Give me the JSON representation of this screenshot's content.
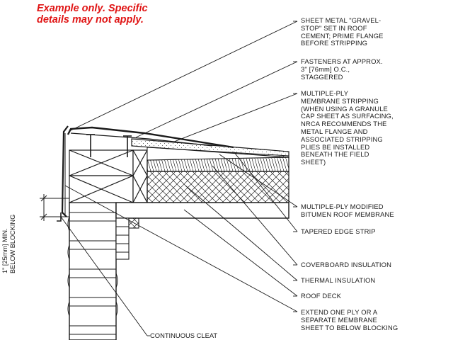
{
  "disclaimer": {
    "line1": "Example only. Specific",
    "line2": "details may not apply.",
    "color": "#e01414"
  },
  "callouts": {
    "gravel_stop": [
      "SHEET METAL \"GRAVEL-",
      "STOP\" SET IN ROOF",
      "CEMENT; PRIME FLANGE",
      "BEFORE STRIPPING"
    ],
    "fasteners": [
      "FASTENERS AT APPROX.",
      "3\" [76mm] O.C.,",
      "STAGGERED"
    ],
    "stripping": [
      "MULTIPLE-PLY",
      "MEMBRANE STRIPPING",
      "(WHEN USING A GRANULE",
      "CAP SHEET AS SURFACING,",
      "NRCA RECOMMENDS THE",
      "METAL FLANGE AND",
      "ASSOCIATED STRIPPING",
      "PLIES BE INSTALLED",
      "BENEATH THE FIELD",
      "SHEET)"
    ],
    "membrane": [
      "MULTIPLE-PLY MODIFIED",
      "BITUMEN ROOF MEMBRANE"
    ],
    "tapered_edge": [
      "TAPERED EDGE STRIP"
    ],
    "coverboard": [
      "COVERBOARD INSULATION"
    ],
    "thermal": [
      "THERMAL INSULATION"
    ],
    "roof_deck": [
      "ROOF DECK"
    ],
    "extend_ply": [
      "EXTEND ONE PLY OR A",
      "SEPARATE MEMBRANE",
      "SHEET TO BELOW BLOCKING"
    ]
  },
  "vertical_note": [
    "1\" [25mm] MIN.",
    "BELOW BLOCKING"
  ],
  "bottom_label": "CONTINUOUS CLEAT",
  "line_color": "#1a1a1a"
}
